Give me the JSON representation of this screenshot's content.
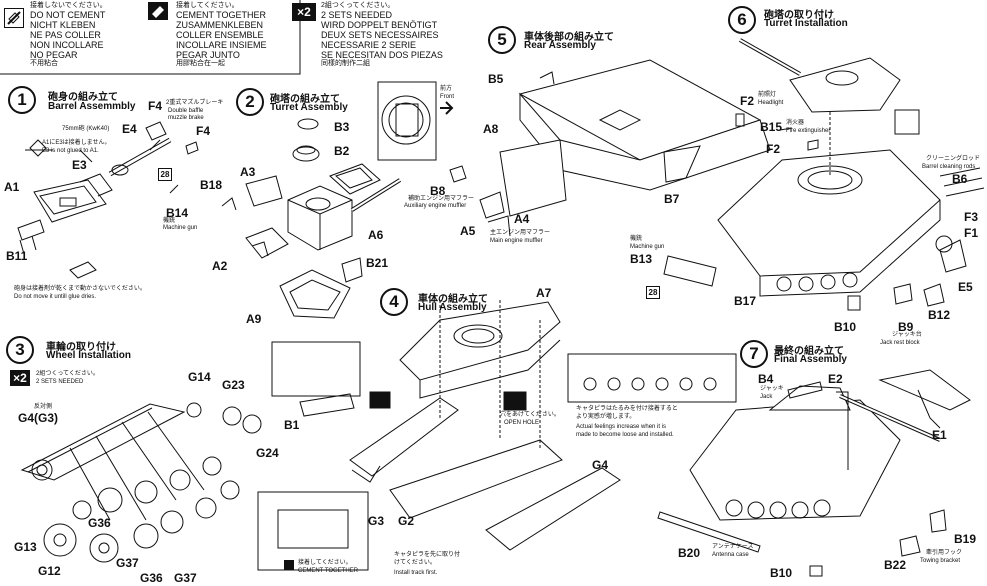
{
  "warnings": {
    "no_cement": [
      "接着しないでください。",
      "DO NOT CEMENT",
      "NICHT KLEBEN",
      "NE PAS COLLER",
      "NON INCOLLARE",
      "NO PEGAR",
      "不用粘合"
    ],
    "cement_together": [
      "接着してください。",
      "CEMENT TOGETHER",
      "ZUSAMMENKLEBEN",
      "COLLER ENSEMBLE",
      "INCOLLARE INSIEME",
      "PEGAR JUNTO",
      "用膠粘合在一起"
    ],
    "x2_badge": "×2",
    "two_sets": [
      "2組つくってください。",
      "2 SETS NEEDED",
      "WIRD DOPPELT BENÖTIGT",
      "DEUX SETS NECESSAIRES",
      "NECESSARIE 2 SERIE",
      "SE NECESITAN DOS PIEZAS",
      "同樣的制作二組"
    ]
  },
  "steps": {
    "s1": {
      "no": "1",
      "jp": "砲身の組み立て",
      "en": "Barrel Assemmbly"
    },
    "s2": {
      "no": "2",
      "jp": "砲塔の組み立て",
      "en": "Turret Assembly"
    },
    "s3": {
      "no": "3",
      "jp": "車輪の取り付け",
      "en": "Wheel Installation"
    },
    "s4": {
      "no": "4",
      "jp": "車体の組み立て",
      "en": "Hull Assembly"
    },
    "s5": {
      "no": "5",
      "jp": "車体後部の組み立て",
      "en": "Rear Assembly"
    },
    "s6": {
      "no": "6",
      "jp": "砲塔の取り付け",
      "en": "Turret Installation"
    },
    "s7": {
      "no": "7",
      "jp": "最終の組み立て",
      "en": "Final Assembly"
    }
  },
  "step1": {
    "parts": {
      "E4": "E4",
      "F4a": "F4",
      "F4b": "F4",
      "E3": "E3",
      "A1": "A1",
      "B14": "B14",
      "B11": "B11",
      "num28": "28"
    },
    "gun_label": "75mm砲 (KwK40)",
    "brake_jp": "2重式マズルブレーキ",
    "brake_en1": "Double baffle",
    "brake_en2": "muzzle brake",
    "note_jp1": "A1にE3は接着しません。",
    "note_en1": "E3 is not glued to A1.",
    "mg_jp": "機銃",
    "mg_en": "Machine gun",
    "dry_jp": "砲身は接着剤が乾くまで動かさないでください。",
    "dry_en": "Do not move it untill glue dries."
  },
  "step2": {
    "parts": {
      "B3": "B3",
      "B2": "B2",
      "B18": "B18",
      "A3": "A3",
      "A2": "A2",
      "A6": "A6",
      "B21": "B21",
      "A9": "A9"
    },
    "front_jp": "前方",
    "front_en": "Front"
  },
  "step3": {
    "x2": "×2",
    "sets_jp": "2組つくってください。",
    "sets_en": "2 SETS NEEDED",
    "opp_jp": "反対側",
    "parts": {
      "G4": "G4(G3)",
      "G14": "G14",
      "G23": "G23",
      "G24": "G24",
      "G36a": "G36",
      "G13": "G13",
      "G12": "G12",
      "G37a": "G37",
      "G36b": "G36",
      "G37b": "G37"
    }
  },
  "step4": {
    "parts": {
      "A7": "A7",
      "B1": "B1",
      "G3": "G3",
      "G2": "G2",
      "G4": "G4"
    },
    "hole_jp": "穴をあけてください。",
    "hole_en": "OPEN HOLE",
    "track_note_jp1": "キャタピラはたるみを付け接着すると",
    "track_note_jp2": "より実感が増します。",
    "track_note_en1": "Actual feelings increase when it is",
    "track_note_en2": "made to become loose and installed.",
    "track_first_jp1": "キャタピラを先に取り付",
    "track_first_jp2": "けてください。",
    "track_first_en": "Install track first.",
    "cement_jp": "接着してください。",
    "cement_en": "CEMENT TOGETHER"
  },
  "step5": {
    "parts": {
      "B5": "B5",
      "A8": "A8",
      "B8": "B8",
      "A4": "A4",
      "A5": "A5",
      "B7": "B7"
    },
    "aux_jp": "補助エンジン用マフラー",
    "aux_en": "Auxiliary engine muffler",
    "main_jp": "主エンジン用マフラー",
    "main_en": "Main engine muffler"
  },
  "step6": {
    "parts": {
      "F2a": "F2",
      "B15": "B15",
      "F2b": "F2",
      "B6": "B6",
      "F3": "F3",
      "F1": "F1",
      "E5": "E5",
      "B13": "B13",
      "num28": "28",
      "B17": "B17",
      "B10": "B10",
      "B9": "B9",
      "B12": "B12"
    },
    "headlight_jp": "前照灯",
    "headlight_en": "Headlight",
    "fire_jp": "消火器",
    "fire_en": "Fire extinguisher",
    "rods_jp": "クリーニングロッド",
    "rods_en": "Barrel cleaning rods",
    "mg_jp": "機銃",
    "mg_en": "Machine gun",
    "jack_jp": "ジャッキ台",
    "jack_en": "Jack rest block"
  },
  "step7": {
    "parts": {
      "B4": "B4",
      "E2": "E2",
      "E1": "E1",
      "B19": "B19",
      "B20": "B20",
      "B10": "B10",
      "B22": "B22"
    },
    "jack_jp": "ジャッキ",
    "jack_en": "Jack",
    "antenna_jp": "アンテナケース",
    "antenna_en": "Antenna case",
    "tow_jp": "牽引用フック",
    "tow_en": "Towing bracket"
  }
}
